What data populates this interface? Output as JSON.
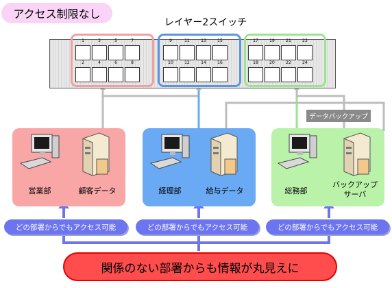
{
  "title_badge": "アクセス制限なし",
  "switch_label": "レイヤー2スイッチ",
  "ports_top": [
    "1",
    "3",
    "5",
    "7",
    "9",
    "11",
    "13",
    "15",
    "17",
    "19",
    "21",
    "23"
  ],
  "ports_bottom": [
    "2",
    "4",
    "6",
    "8",
    "10",
    "12",
    "14",
    "16",
    "18",
    "20",
    "22",
    "24"
  ],
  "departments": [
    {
      "pc_label": "営業部",
      "server_label": "顧客データ",
      "color": "#f8a6a6"
    },
    {
      "pc_label": "経理部",
      "server_label": "給与データ",
      "color": "#6aa9f3"
    },
    {
      "pc_label": "総務部",
      "server_label": "バックアップ\nサーバ",
      "color": "#b9f2a8"
    }
  ],
  "group_colors": [
    "#f29f9f",
    "#5b95df",
    "#9ae58c"
  ],
  "backup_tag": "データバックアップ",
  "access_note": "どの部署からでもアクセス可能",
  "banner": "関係のない部署からも情報が丸見えに"
}
